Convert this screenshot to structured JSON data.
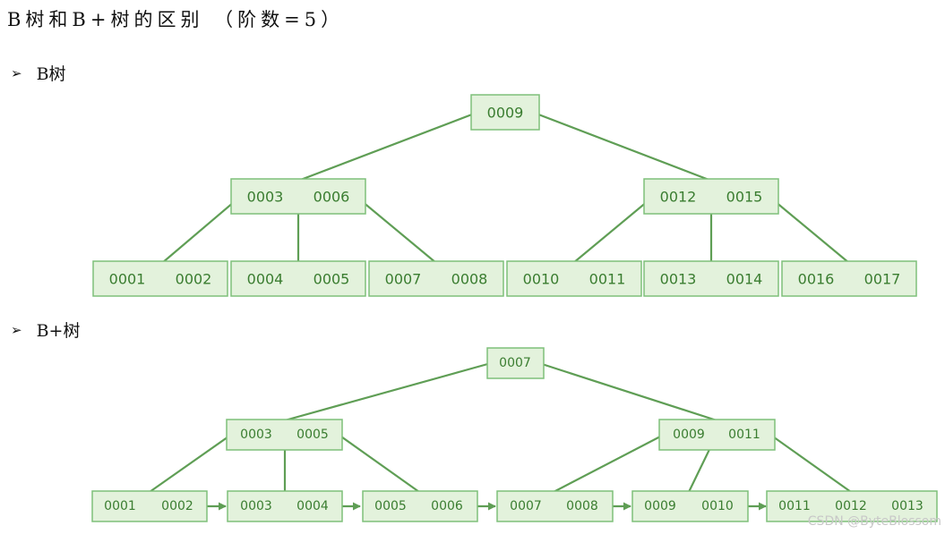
{
  "title": "B树和B+树的区别 （阶数=5）",
  "sections": {
    "btree": {
      "bullet": "➢",
      "label": "B树"
    },
    "bplus": {
      "bullet": "➢",
      "label": "B+树"
    }
  },
  "watermark": "CSDN @ByteBlossom",
  "colors": {
    "node_fill": "#e3f2dc",
    "node_border": "#7ec07a",
    "edge": "#5f9e55",
    "key_text": "#3a7d30"
  },
  "btree": {
    "root": [
      "0009"
    ],
    "internal": [
      [
        "0003",
        "0006"
      ],
      [
        "0012",
        "0015"
      ]
    ],
    "leaves": [
      [
        "0001",
        "0002"
      ],
      [
        "0004",
        "0005"
      ],
      [
        "0007",
        "0008"
      ],
      [
        "0010",
        "0011"
      ],
      [
        "0013",
        "0014"
      ],
      [
        "0016",
        "0017"
      ]
    ]
  },
  "bplus": {
    "root": [
      "0007"
    ],
    "internal": [
      [
        "0003",
        "0005"
      ],
      [
        "0009",
        "0011"
      ]
    ],
    "leaves": [
      [
        "0001",
        "0002"
      ],
      [
        "0003",
        "0004"
      ],
      [
        "0005",
        "0006"
      ],
      [
        "0007",
        "0008"
      ],
      [
        "0009",
        "0010"
      ],
      [
        "0011",
        "0012",
        "0013"
      ]
    ]
  }
}
